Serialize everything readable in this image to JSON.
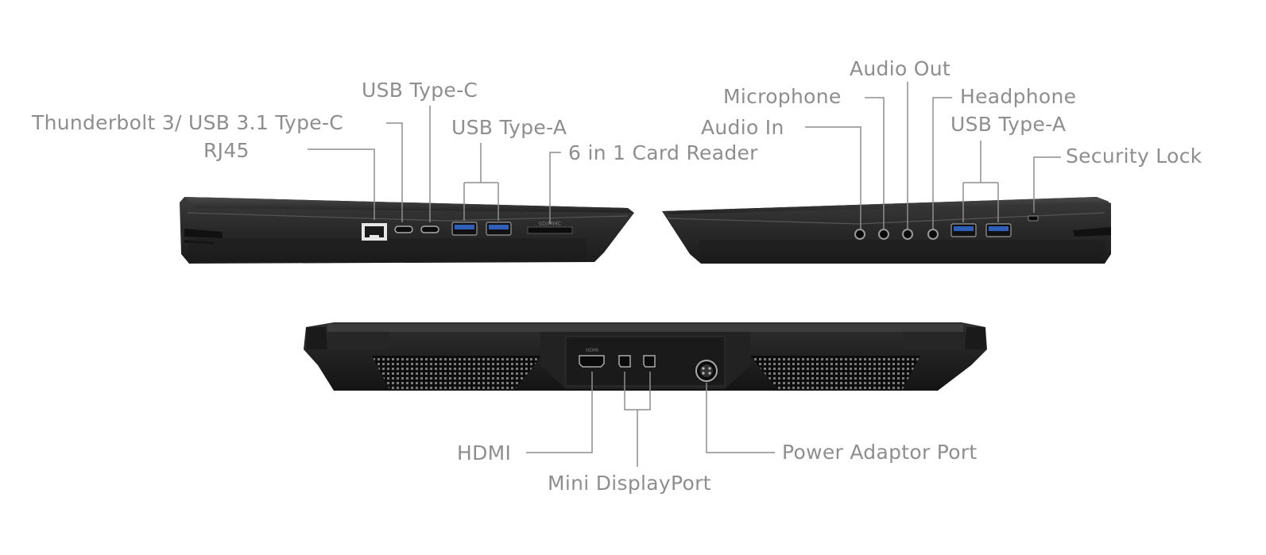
{
  "left_side": {
    "labels": {
      "thunderbolt": "Thunderbolt 3/ USB 3.1 Type-C",
      "rj45": "RJ45",
      "usb_c": "USB Type-C",
      "usb_a": "USB Type-A",
      "card_reader": "6 in 1 Card Reader"
    },
    "slot_marking": "SD/MMC"
  },
  "right_side": {
    "labels": {
      "audio_out": "Audio Out",
      "microphone": "Microphone",
      "headphone": "Headphone",
      "audio_in": "Audio In",
      "usb_a": "USB Type-A",
      "security_lock": "Security Lock"
    }
  },
  "rear": {
    "labels": {
      "hdmi": "HDMI",
      "mini_displayport": "Mini DisplayPort",
      "power": "Power Adaptor Port"
    },
    "port_marking": "HDMI"
  },
  "colors": {
    "label_text": "#8e8e8e",
    "leader_line": "#8e8e8e",
    "chassis": "#2c2c2c",
    "usb_blue": "#2f5fb8"
  }
}
